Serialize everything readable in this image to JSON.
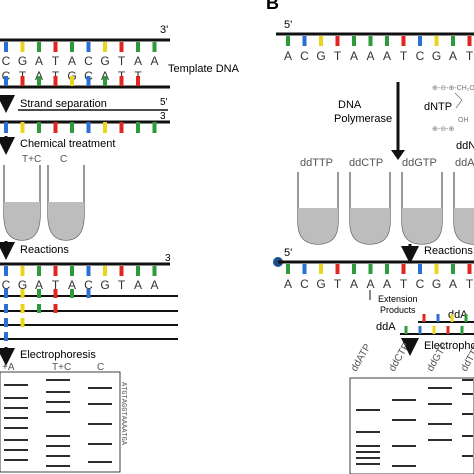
{
  "panel_b": {
    "letter": "B"
  },
  "colors": {
    "A": "#2e9b3a",
    "C": "#2a6fd1",
    "G": "#e8d51c",
    "T": "#e0261f",
    "backbone": "#111111",
    "tube_fill": "#bdbdbd",
    "tube_outline": "#555555",
    "start_dot": "#1c4f8a"
  },
  "left": {
    "top_prime": "3'",
    "template_seq": [
      "C",
      "G",
      "A",
      "T",
      "A",
      "C",
      "G",
      "T",
      "A",
      "A"
    ],
    "complement_seq": [
      "C",
      "T",
      "A",
      "T",
      "G",
      "C",
      "A",
      "T",
      "T"
    ],
    "template_label": "Template DNA",
    "step_strand_separation": "Strand separation",
    "sep_prime_5": "5'",
    "sep_prime_3": "3",
    "step_chemical": "Chemical treatment",
    "tube_labels": [
      "T+C",
      "C"
    ],
    "step_reactions": "Reactions",
    "react_prime": "3",
    "react_seq": [
      "C",
      "G",
      "A",
      "T",
      "A",
      "C",
      "G",
      "T",
      "A",
      "A"
    ],
    "step_electro": "Electrophoresis",
    "gel_headers": [
      "+A",
      "T+C",
      "C"
    ],
    "gel_side_seq": "ATGTAGGTAAAATGA"
  },
  "right": {
    "top_prime": "5'",
    "top_seq": [
      "A",
      "C",
      "G",
      "T",
      "A",
      "A",
      "A",
      "T",
      "C",
      "G",
      "A",
      "T"
    ],
    "dntp_label": "dNTP",
    "ddn_label": "ddN",
    "polymerase_label": [
      "DNA",
      "Polymerase"
    ],
    "tube_labels": [
      "ddTTP",
      "ddCTP",
      "ddGTP",
      "ddATP"
    ],
    "step_reactions": "Reactions",
    "react_prime": "5'",
    "react_seq": [
      "A",
      "C",
      "G",
      "T",
      "A",
      "A",
      "A",
      "T",
      "C",
      "G",
      "A",
      "T"
    ],
    "extension_label": [
      "Extension",
      "Products"
    ],
    "dda_labels": [
      "ddA",
      "ddA"
    ],
    "step_electro": "Electrophore",
    "gel_headers": [
      "ddATP",
      "ddCTP",
      "ddGTP",
      "ddTTP"
    ]
  }
}
